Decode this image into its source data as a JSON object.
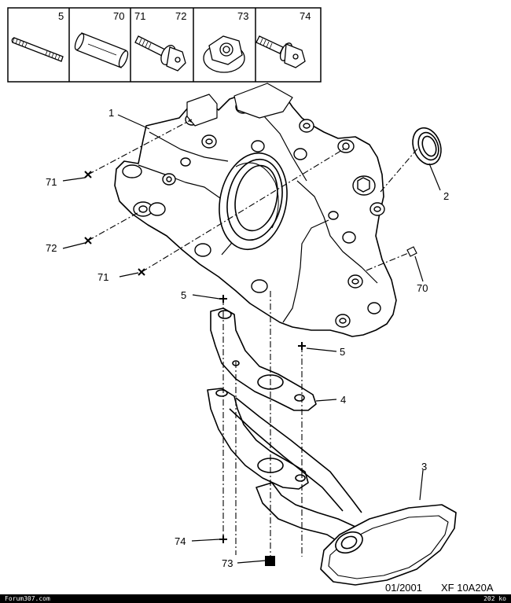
{
  "legend": {
    "cells": [
      {
        "id": "5",
        "label": "5"
      },
      {
        "id": "70",
        "label": "70"
      },
      {
        "id": "71-72",
        "label_a": "71",
        "label_b": "72"
      },
      {
        "id": "73",
        "label": "73"
      },
      {
        "id": "74",
        "label": "74"
      }
    ]
  },
  "callouts": {
    "c1": "1",
    "c2": "2",
    "c3": "3",
    "c4": "4",
    "c5a": "5",
    "c5b": "5",
    "c70": "70",
    "c71a": "71",
    "c71b": "71",
    "c72": "72",
    "c73": "73",
    "c74": "74"
  },
  "footer": {
    "date": "01/2001",
    "code": "XF 10A20A",
    "site": "Forum307.com",
    "size": "202 ko"
  }
}
